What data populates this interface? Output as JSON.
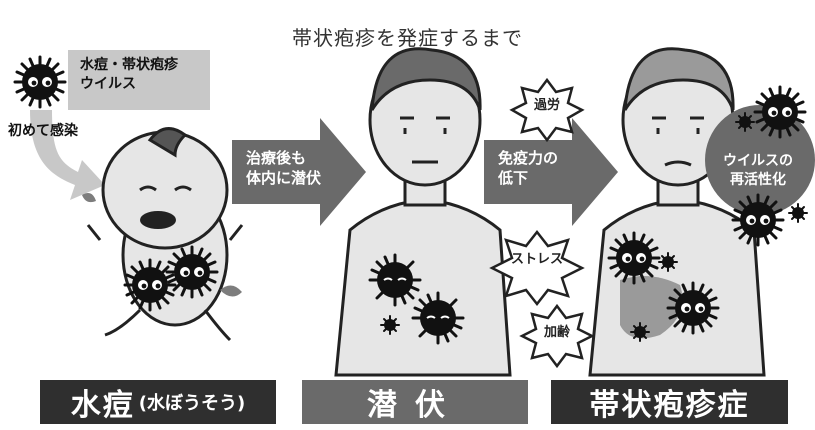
{
  "title": "帯状疱疹を発症するまで",
  "virus_label_line1": "水痘・帯状疱疹",
  "virus_label_line2": "ウイルス",
  "first_infection": "初めて感染",
  "arrow_latent_line1": "治療後も",
  "arrow_latent_line2": "体内に潜伏",
  "arrow_immunity_line1": "免疫力の",
  "arrow_immunity_line2": "低下",
  "reactivation_line1": "ウイルスの",
  "reactivation_line2": "再活性化",
  "factors": {
    "fatigue": "過労",
    "stress": "ストレス",
    "aging": "加齢"
  },
  "stages": {
    "varicella": "水痘",
    "varicella_reading": "(水ぼうそう)",
    "latent": "潜伏",
    "shingles": "帯状疱疹症"
  },
  "colors": {
    "dark": "#2f2f2f",
    "mid_gray": "#6a6a6a",
    "arrow_gray": "#7d7d7d",
    "light_gray": "#c8c8c8",
    "skin": "#e6e6e6"
  }
}
